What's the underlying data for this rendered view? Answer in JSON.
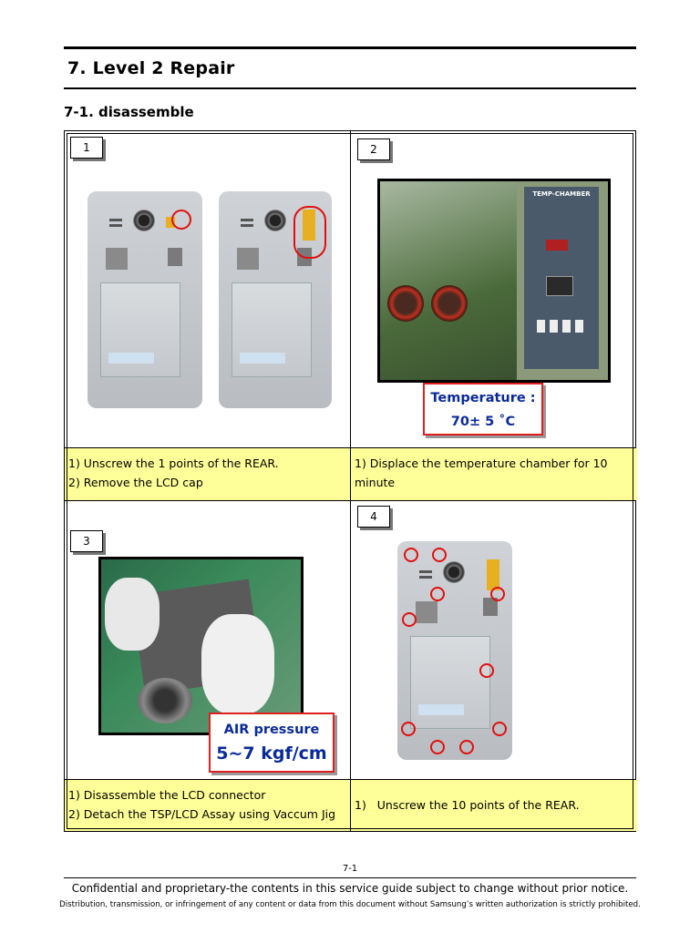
{
  "page": {
    "title": "7. Level 2 Repair",
    "subtitle": "7-1. disassemble",
    "page_number": "7-1",
    "footer_line1": "Confidential and proprietary-the contents in this service guide subject to change without prior notice.",
    "footer_line2": "Distribution, transmission, or infringement of any content or data from this document without Samsung’s written authorization is strictly prohibited."
  },
  "steps": [
    {
      "number": "1",
      "captions": [
        "1) Unscrew the 1 points of the REAR.",
        "2) Remove the LCD cap"
      ]
    },
    {
      "number": "2",
      "captions": [
        "1) Displace the temperature chamber for 10 minute"
      ],
      "box_line1": "Temperature :",
      "box_line2": "70± 5 ˚C",
      "chamber_label": "TEMP-CHAMBER"
    },
    {
      "number": "3",
      "captions": [
        "1) Disassemble the LCD connector",
        "2) Detach the TSP/LCD Assay using Vaccum Jig"
      ],
      "box_line1": "AIR pressure",
      "box_line2": "5~7 kgf/cm"
    },
    {
      "number": "4",
      "captions": [
        "1)   Unscrew the 10 points of the REAR."
      ]
    }
  ],
  "colors": {
    "caption_bg": "#ffff99",
    "highlight_red": "#e01010",
    "box_text_blue": "#0a2a9a"
  }
}
